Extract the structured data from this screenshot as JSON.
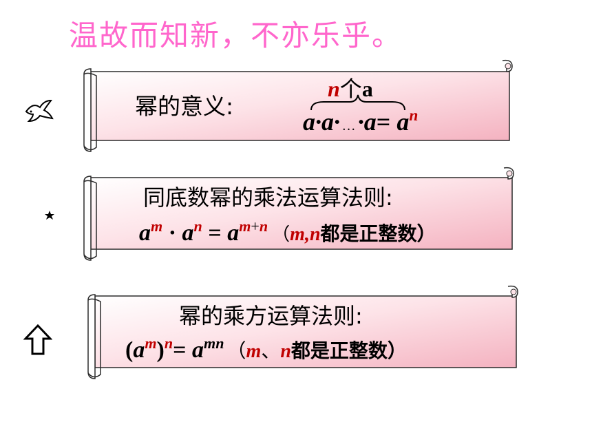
{
  "title": "温故而知新，不亦乐乎。",
  "icons": {
    "bullet1": "dove-icon",
    "bullet2": "crescent-star-icon",
    "bullet3": "up-arrow-icon"
  },
  "colors": {
    "title": "#ff66cc",
    "scroll_fill_light": "#ffffff",
    "scroll_fill_pink": "#f7bfc9",
    "scroll_stroke": "#2b2b2b",
    "accent_red": "#c00000"
  },
  "scroll1": {
    "label": "幂的意义:",
    "n": "n",
    "a": "a",
    "seq_a1": "a",
    "dot1": "·",
    "seq_a2": "a",
    "dot2": "·",
    "ellipsis": "…",
    "dot3": "·",
    "seq_a3": "a",
    "equals": "=",
    "result_base": "a",
    "result_exp": "n"
  },
  "scroll2": {
    "title": "同底数幂的乘法运算法则:",
    "a1": "a",
    "m1": "m",
    "dot": " · ",
    "a2": "a",
    "n1": "n",
    "equals": " = ",
    "a3": "a",
    "m2": "m",
    "plus": "+",
    "n2": "n",
    "paren_open": "（",
    "mn": "m,n",
    "cond": "都是正整数）"
  },
  "scroll3": {
    "title": "幂的乘方运算法则:",
    "lp": "(",
    "a1": "a",
    "m1": "m",
    "rp": ")",
    "n1": "n",
    "equals": "= ",
    "a2": "a",
    "mn": "mn",
    "paren_open": "（",
    "m": "m",
    "sep": "、",
    "n": "n",
    "cond": "都是正整数）"
  }
}
